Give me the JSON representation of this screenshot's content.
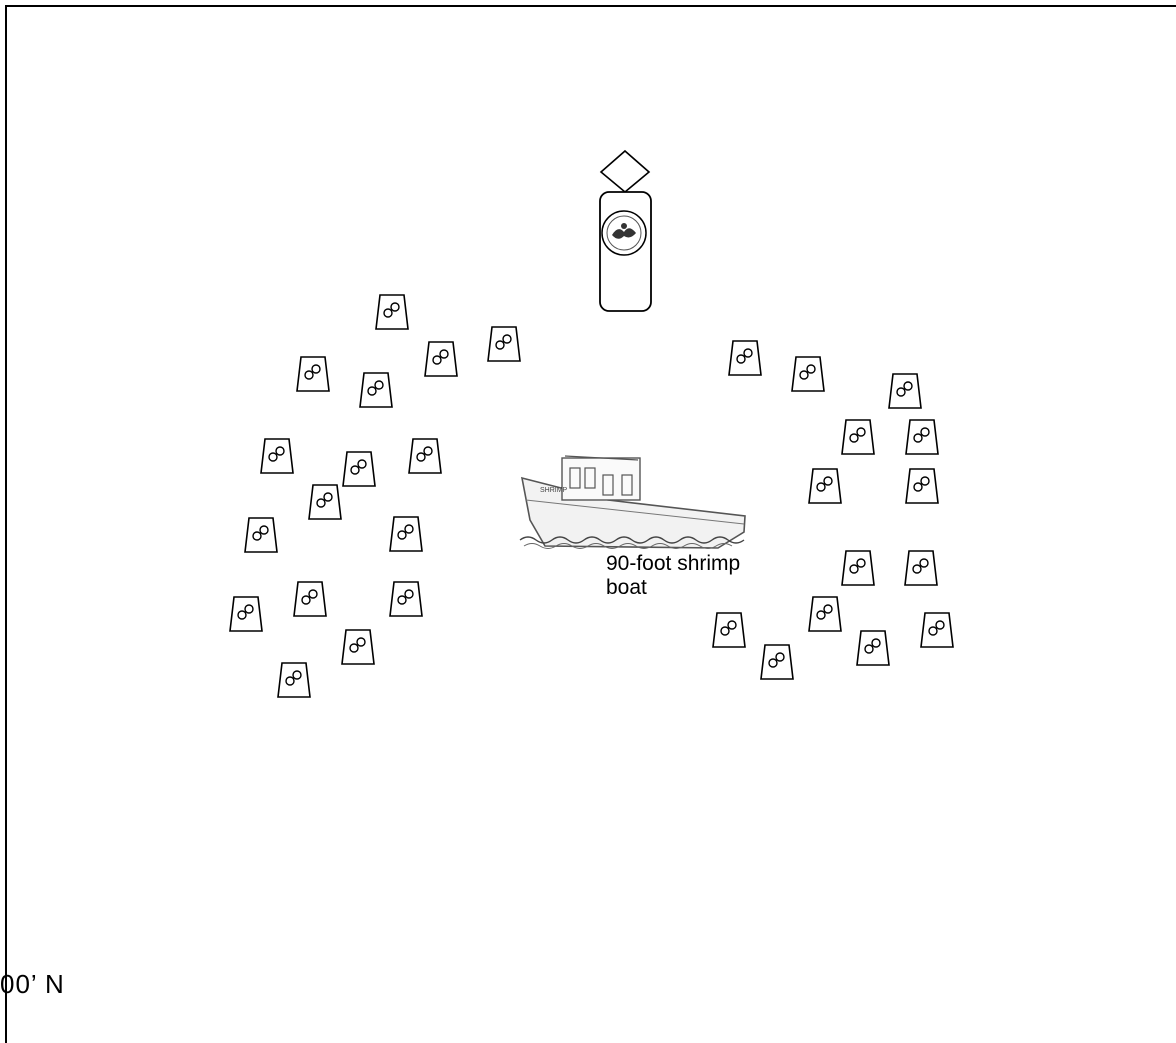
{
  "map": {
    "boat_label_line1": "90-foot shrimp",
    "boat_label_line2": "boat",
    "coordinate_label": "00’ N"
  },
  "icons": {
    "buoy": "marker-buoy-icon",
    "sign": "sign-post-icon",
    "boat": "shrimp-boat-icon",
    "reef_module": "reef-module-icon"
  },
  "colors": {
    "line": "#000000",
    "background": "#ffffff",
    "boat_fill": "#f2f2f2"
  }
}
